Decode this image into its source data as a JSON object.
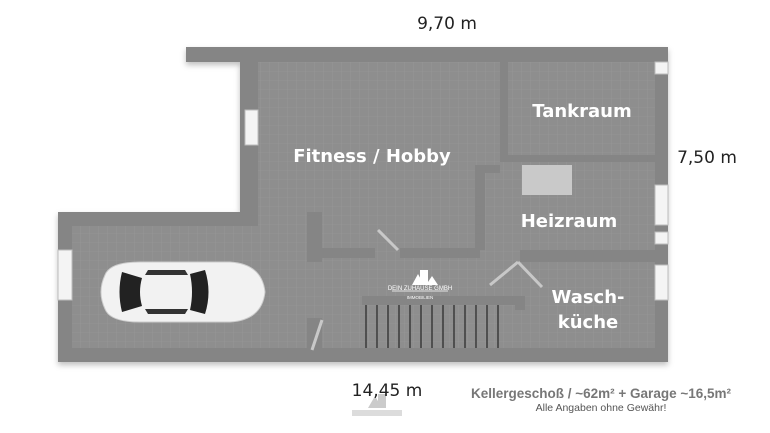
{
  "dimensions": {
    "width_top": "9,70 m",
    "height_right": "7,50 m",
    "width_bottom": "14,45 m"
  },
  "rooms": {
    "fitness": "Fitness / Hobby",
    "tank": "Tankraum",
    "heiz": "Heizraum",
    "wasch_line1": "Wasch-",
    "wasch_line2": "küche"
  },
  "logo": {
    "name": "DEIN ZUHAUSE GMBH",
    "sub": "IMMOBILIEN"
  },
  "caption": {
    "title": "Kellergeschoß / ~62m² + Garage ~16,5m²",
    "disclaimer": "Alle Angaben ohne Gewähr!"
  },
  "colors": {
    "wall": "#858585",
    "floor": "#8e8e8e",
    "label": "#ffffff"
  }
}
